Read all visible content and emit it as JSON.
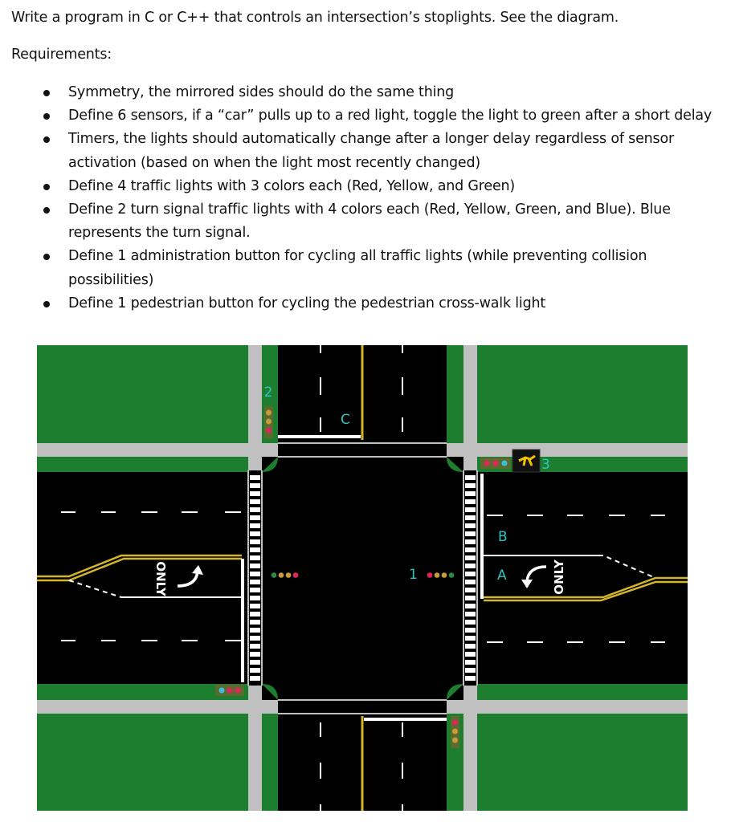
{
  "document": {
    "title": "Write a program in C or C++ that controls an intersection’s stoplights. See the diagram.",
    "requirements_heading": "Requirements:",
    "requirements": [
      "Symmetry, the mirrored sides should do the same thing",
      "Define 6 sensors, if a “car” pulls up to a red light, toggle the light to green after a short delay",
      "Timers, the lights should automatically change after a longer delay regardless of sensor activation (based on when the light most recently changed)",
      "Define 4 traffic lights with 3 colors each (Red, Yellow, and Green)",
      "Define 2 turn signal traffic lights with 4 colors each (Red, Yellow, Green, and Blue). Blue represents the turn signal.",
      "Define 1 administration button for cycling all traffic lights (while preventing collision possibilities)",
      "Define 1 pedestrian button for cycling the pedestrian cross-walk light"
    ]
  },
  "diagram": {
    "colors": {
      "grass": "#1e7e30",
      "road": "#000000",
      "sidewalk": "#c0c0c0",
      "lane_line": "#ffffff",
      "center_line": "#d4b52a",
      "label": "#2ec4c4",
      "light_housing": "#5b6b2e",
      "red": "#e0245e",
      "yellow": "#c89a3a",
      "green": "#2a8a4a",
      "blue": "#38c0e0"
    },
    "labels": {
      "signal_1": "1",
      "signal_2": "2",
      "signal_3": "3",
      "sensor_a": "A",
      "sensor_b": "B",
      "sensor_c": "C",
      "only_left": "ONLY",
      "only_right": "ONLY"
    },
    "icons": [
      "turn-arrow-icon",
      "turn-arrow-icon",
      "pedestrian-signal-icon",
      "traffic-light-icon"
    ]
  }
}
